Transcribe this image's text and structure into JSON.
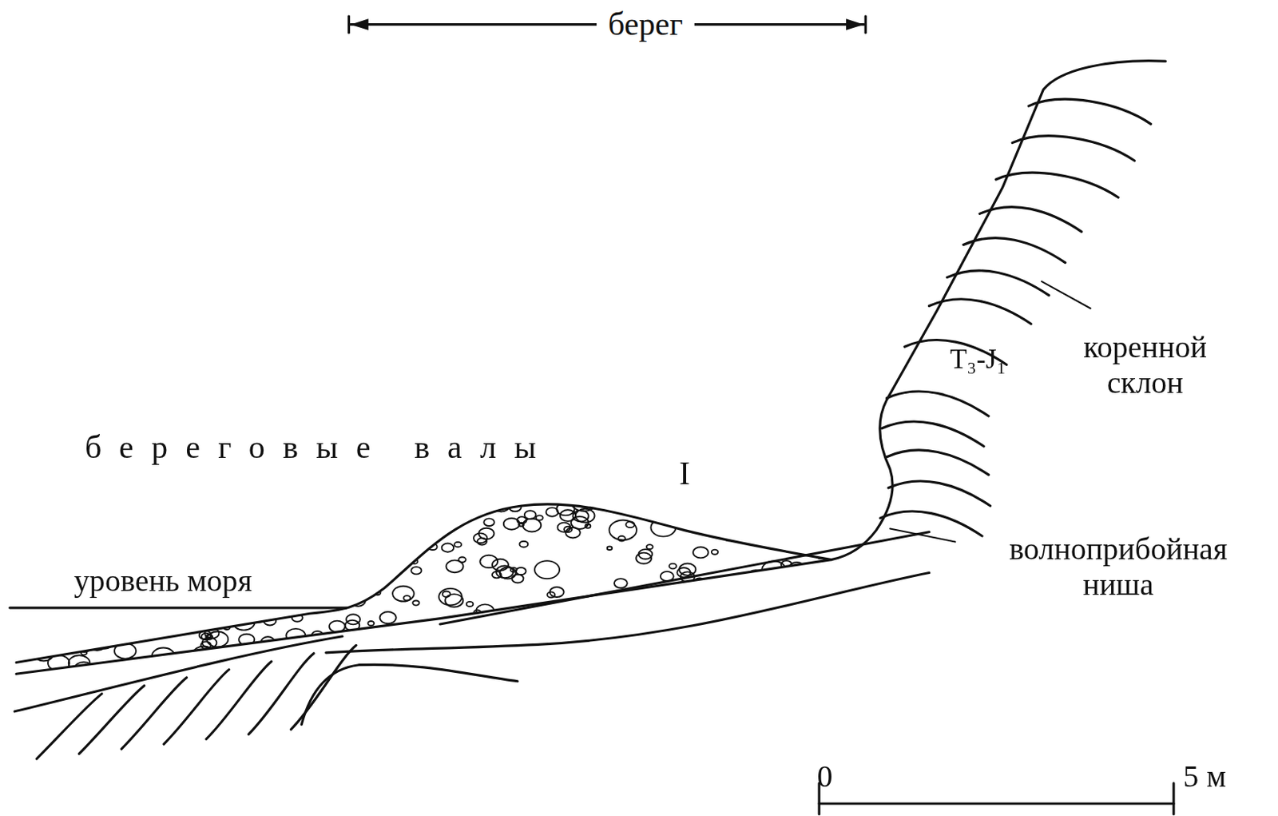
{
  "diagram": {
    "labels": [
      "берег",
      "береговые валы",
      "I",
      "уровень моря",
      "T₃-J₁",
      "коренной склон",
      "волноприбойная ниша",
      "0",
      "5 м"
    ]
  }
}
